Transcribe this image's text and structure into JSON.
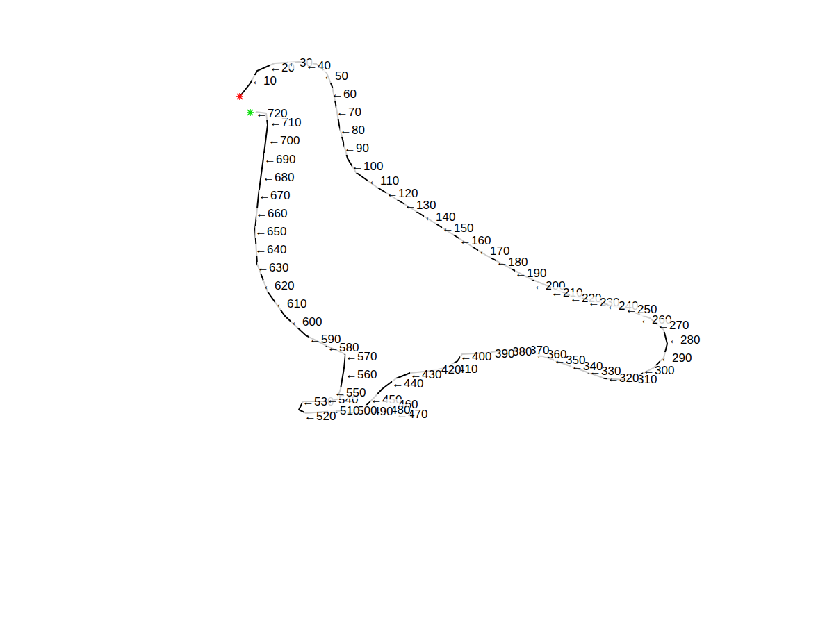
{
  "diagram": {
    "labels": [
      "←10",
      "←20",
      "←30",
      "←40",
      "←50",
      "←60",
      "←70",
      "←80",
      "←90",
      "←100",
      "←110",
      "←120",
      "←130",
      "←140",
      "←150",
      "←160",
      "←170",
      "←180",
      "←190",
      "←200",
      "←210",
      "←220",
      "←230",
      "←240",
      "←250",
      "←260",
      "←270",
      "←280",
      "←290",
      "←300",
      "←310",
      "←320",
      "←330",
      "←340",
      "←350",
      "←360",
      "←370",
      "←380",
      "←390",
      "←400",
      "←410",
      "←420",
      "←430",
      "←440",
      "←450",
      "←460",
      "←470",
      "←480",
      "←490",
      "←500",
      "←510",
      "←520",
      "←530",
      "←540",
      "←550",
      "←560",
      "←570",
      "←580",
      "←590",
      "←600",
      "←610",
      "←620",
      "←630",
      "←640",
      "←650",
      "←660",
      "←670",
      "←680",
      "←690",
      "←700",
      "←710",
      "←720"
    ]
  }
}
